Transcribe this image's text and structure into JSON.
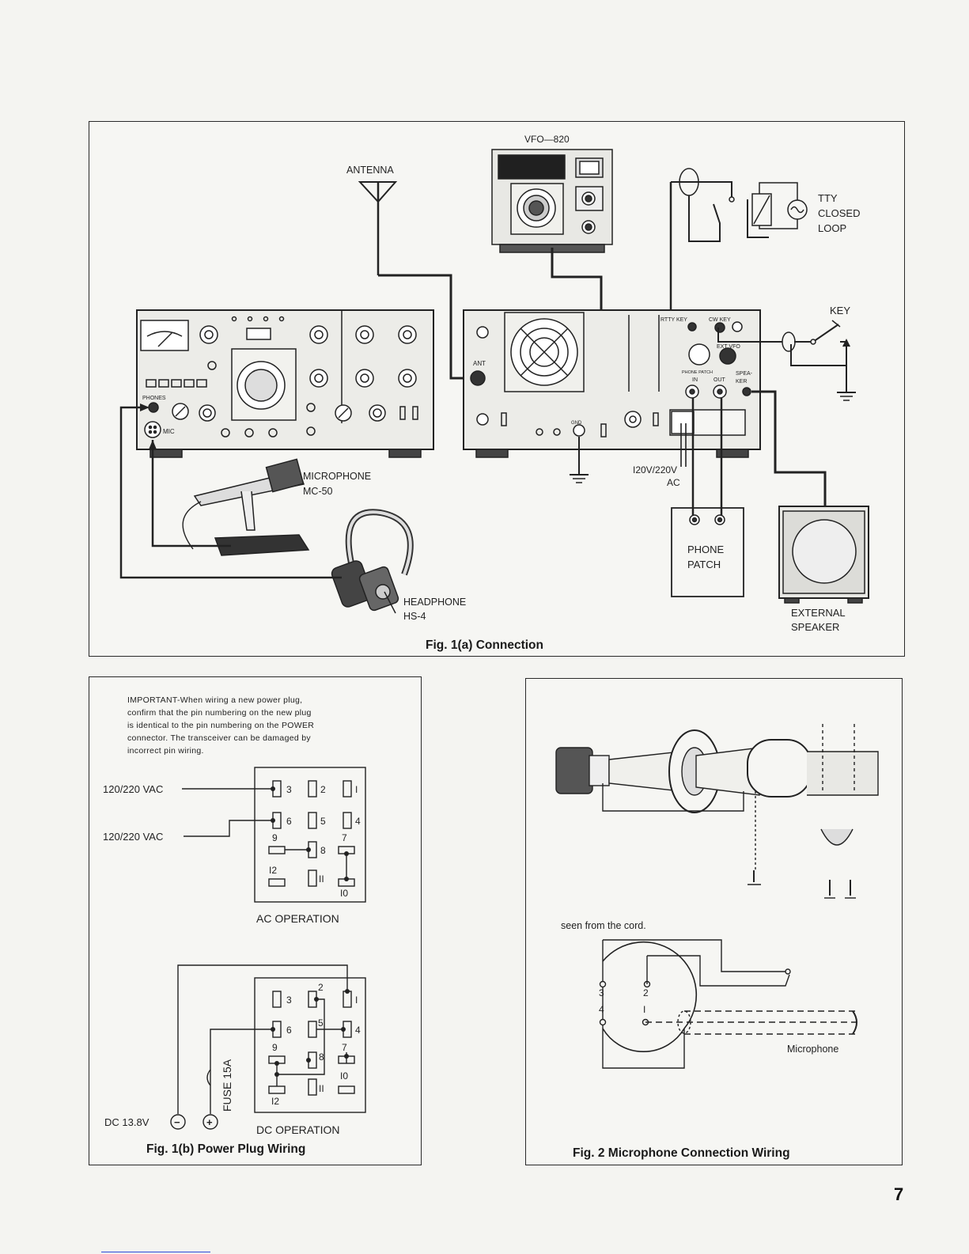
{
  "page_number": "7",
  "fig1a": {
    "caption": "Fig. 1(a) Connection",
    "vfo": "VFO—820",
    "antenna": "ANTENNA",
    "tty": [
      "TTY",
      "CLOSED",
      "LOOP"
    ],
    "key": "KEY",
    "microphone": [
      "MICROPHONE",
      "MC-50"
    ],
    "headphone": [
      "HEADPHONE",
      "HS-4"
    ],
    "ac": [
      "I20V/220V",
      "AC"
    ],
    "phone_patch": [
      "PHONE",
      "PATCH"
    ],
    "external_speaker": [
      "EXTERNAL",
      "SPEAKER"
    ],
    "front_labels": {
      "phones": "PHONES",
      "mic": "MIC"
    },
    "rear_labels": {
      "ant": "ANT",
      "rtty_key": "RTTY KEY",
      "cw_key": "CW KEY",
      "ext_vfo": "EXT VFO",
      "phone_patch": "PHONE PATCH",
      "in": "IN",
      "out": "OUT",
      "spea": "SPEA-",
      "ker": "KER",
      "gnd": "GND"
    }
  },
  "fig1b": {
    "caption": "Fig. 1(b) Power Plug Wiring",
    "important": [
      "IMPORTANT-When wiring a new power plug,",
      "confirm that the pin numbering on the new plug",
      "is identical to the pin numbering on the POWER",
      "connector. The transceiver can be damaged by",
      "incorrect pin wiring."
    ],
    "vac1": "120/220 VAC",
    "vac2": "120/220 VAC",
    "ac_operation": "AC OPERATION",
    "dc_operation": "DC OPERATION",
    "dc_voltage": "DC 13.8V",
    "fuse": "FUSE 15A",
    "minus": "−",
    "plus": "+",
    "pins_ac": [
      "3",
      "2",
      "I",
      "6",
      "5",
      "4",
      "9",
      "8",
      "7",
      "I2",
      "II",
      "I0"
    ],
    "pins_dc": [
      "3",
      "2",
      "I",
      "6",
      "5",
      "4",
      "9",
      "8",
      "7",
      "I2",
      "II",
      "I0"
    ]
  },
  "fig2": {
    "caption": "Fig. 2 Microphone Connection Wiring",
    "seen": "seen from the cord.",
    "microphone": "Microphone",
    "pins": [
      "3",
      "2",
      "4",
      "I"
    ]
  }
}
